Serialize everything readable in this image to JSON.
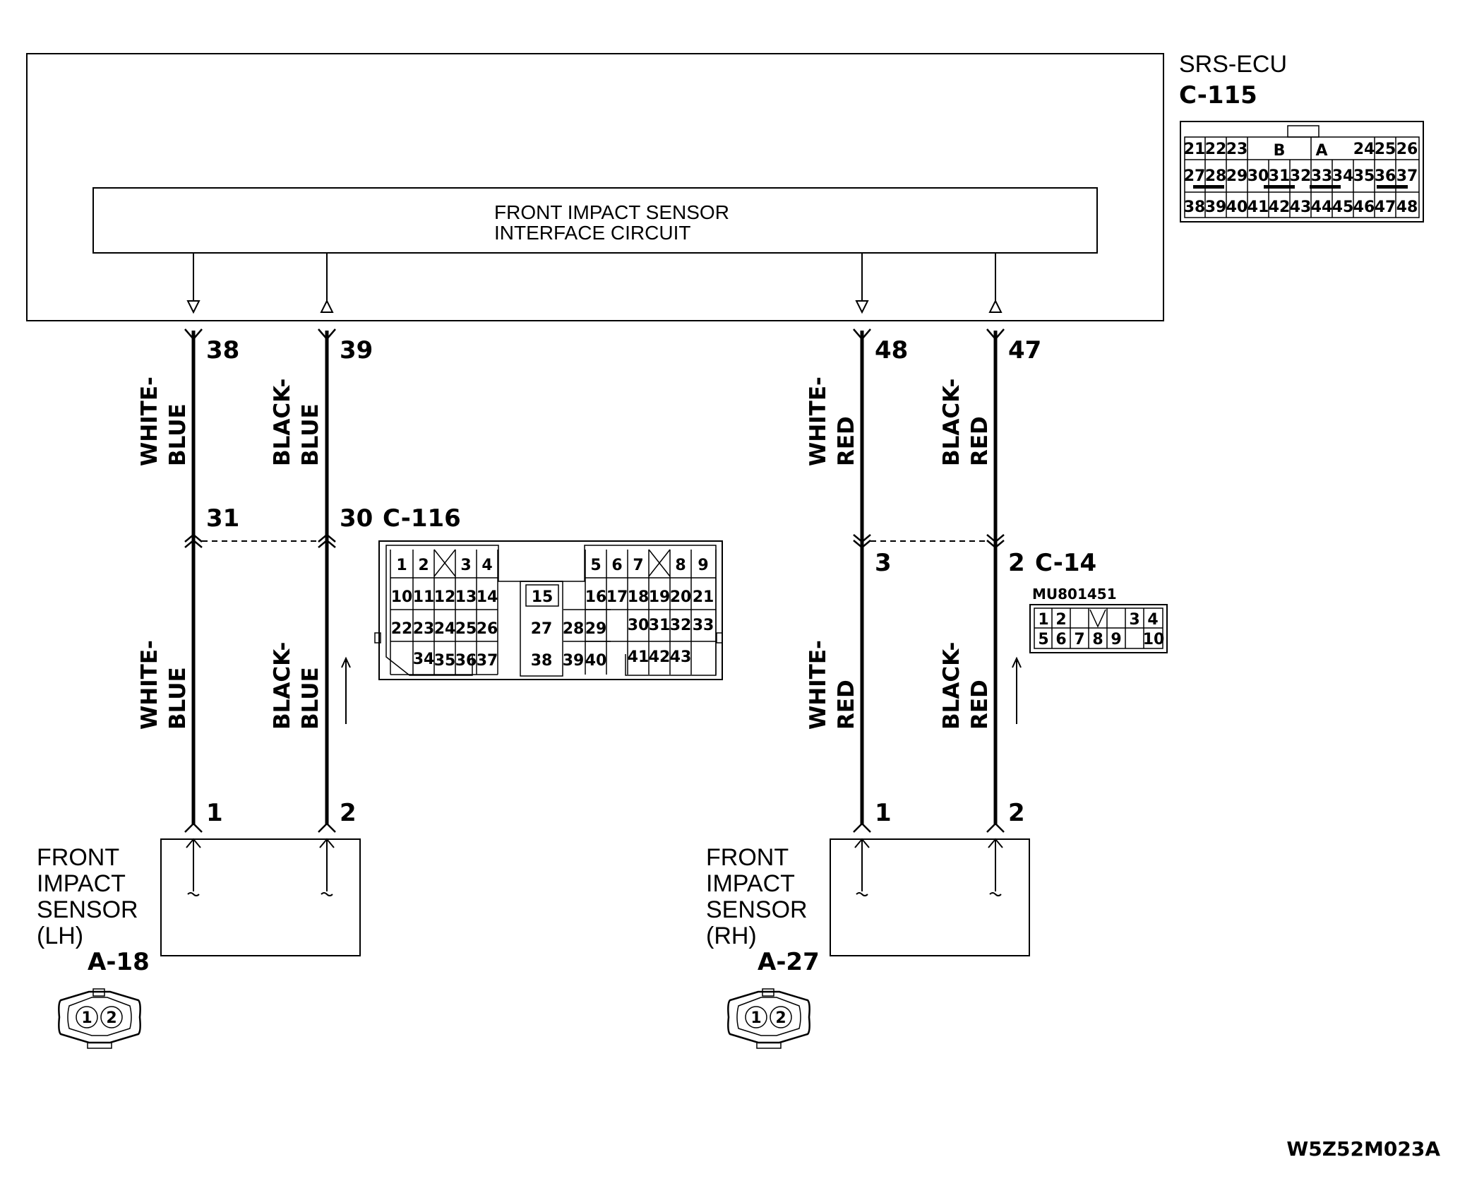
{
  "ecu": {
    "name": "SRS-ECU",
    "connector": "C-115",
    "connector_pins": {
      "row1": [
        "21",
        "22",
        "23",
        "B",
        "A",
        "24",
        "25",
        "26"
      ],
      "row2": [
        "27",
        "28",
        "29",
        "30",
        "31",
        "32",
        "33",
        "34",
        "35",
        "36",
        "37"
      ],
      "row3": [
        "38",
        "39",
        "40",
        "41",
        "42",
        "43",
        "44",
        "45",
        "46",
        "47",
        "48"
      ]
    }
  },
  "interface": {
    "line1": "FRONT IMPACT SENSOR",
    "line2": "INTERFACE CIRCUIT"
  },
  "wires": {
    "w1": {
      "ecu_pin": "38",
      "color1": "WHITE-",
      "color2": "BLUE",
      "junction_pin": "31",
      "sensor_pin": "1"
    },
    "w2": {
      "ecu_pin": "39",
      "color1": "BLACK-",
      "color2": "BLUE",
      "junction_pin": "30",
      "sensor_pin": "2"
    },
    "w3": {
      "ecu_pin": "48",
      "color1": "WHITE-",
      "color2": "RED",
      "junction_pin": "3",
      "sensor_pin": "1"
    },
    "w4": {
      "ecu_pin": "47",
      "color1": "BLACK-",
      "color2": "RED",
      "junction_pin": "2",
      "sensor_pin": "2"
    }
  },
  "c116": {
    "name": "C-116",
    "pins": [
      "1",
      "2",
      "3",
      "4",
      "5",
      "6",
      "7",
      "8",
      "9",
      "10",
      "11",
      "12",
      "13",
      "14",
      "15",
      "16",
      "17",
      "18",
      "19",
      "20",
      "21",
      "22",
      "23",
      "24",
      "25",
      "26",
      "27",
      "28",
      "29",
      "30",
      "31",
      "32",
      "33",
      "34",
      "35",
      "36",
      "37",
      "38",
      "39",
      "40",
      "41",
      "42",
      "43"
    ]
  },
  "c14": {
    "name": "C-14",
    "part": "MU801451",
    "pins": [
      "1",
      "2",
      "3",
      "4",
      "5",
      "6",
      "7",
      "8",
      "9",
      "10"
    ]
  },
  "sensor_lh": {
    "l1": "FRONT",
    "l2": "IMPACT",
    "l3": "SENSOR",
    "l4": "(LH)",
    "connector": "A-18",
    "pins": [
      "1",
      "2"
    ]
  },
  "sensor_rh": {
    "l1": "FRONT",
    "l2": "IMPACT",
    "l3": "SENSOR",
    "l4": "(RH)",
    "connector": "A-27",
    "pins": [
      "1",
      "2"
    ]
  },
  "figure_code": "W5Z52M023A"
}
